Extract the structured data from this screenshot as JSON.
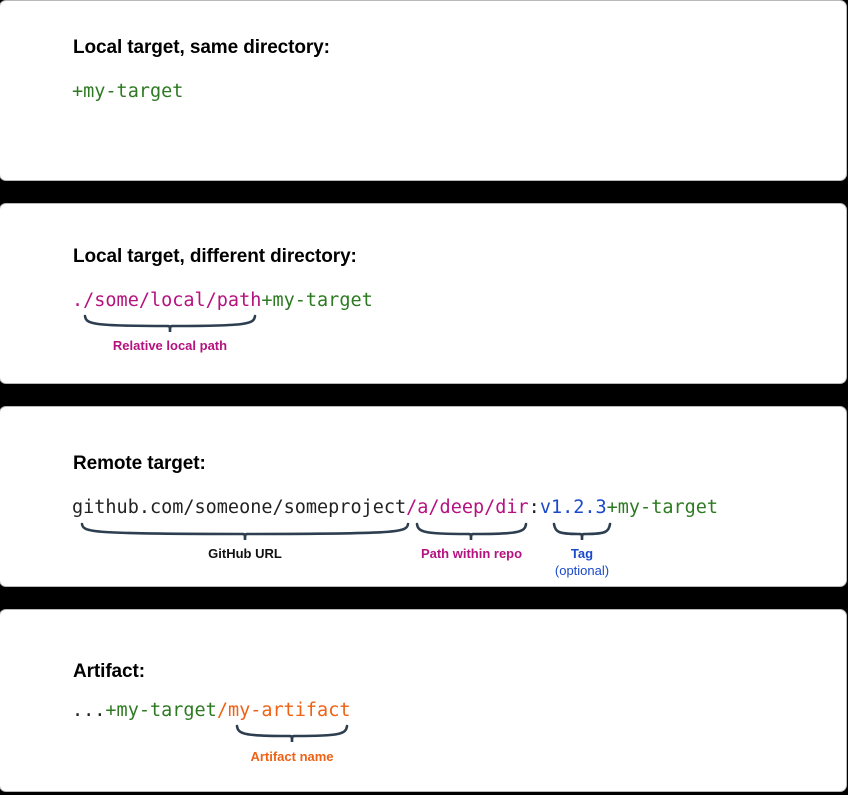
{
  "theme": {
    "background": "#000000",
    "card_background": "#ffffff",
    "card_border": "#b9b9b9",
    "brace_color": "#2d3e50",
    "green": "#2d7a22",
    "magenta": "#b5127f",
    "blue": "#1a49c9",
    "orange": "#ef6115",
    "dark": "#111111"
  },
  "panels": [
    {
      "id": "local-same-dir",
      "heading": "Local target, same directory:",
      "code_tokens": [
        {
          "text": "+my-target",
          "color_name": "green"
        }
      ],
      "annotations": []
    },
    {
      "id": "local-different-dir",
      "heading": "Local target, different directory:",
      "code_tokens": [
        {
          "text": "./some/local/path",
          "color_name": "magenta"
        },
        {
          "text": "+my-target",
          "color_name": "green"
        }
      ],
      "annotations": [
        {
          "label": "Relative local path",
          "sub_label": "",
          "color_name": "magenta"
        }
      ]
    },
    {
      "id": "remote-target",
      "heading": "Remote target:",
      "code_tokens": [
        {
          "text": "github.com/someone/someproject",
          "color_name": "dark"
        },
        {
          "text": "/a/deep/dir",
          "color_name": "magenta"
        },
        {
          "text": ":",
          "color_name": "dark"
        },
        {
          "text": "v1.2.3",
          "color_name": "blue"
        },
        {
          "text": "+my-target",
          "color_name": "green"
        }
      ],
      "annotations": [
        {
          "label": "GitHub URL",
          "sub_label": "",
          "color_name": "dark"
        },
        {
          "label": "Path within repo",
          "sub_label": "",
          "color_name": "magenta"
        },
        {
          "label": "Tag",
          "sub_label": "(optional)",
          "color_name": "blue"
        }
      ]
    },
    {
      "id": "artifact",
      "heading": "Artifact:",
      "code_tokens": [
        {
          "text": "...",
          "color_name": "dark"
        },
        {
          "text": "+my-target",
          "color_name": "green"
        },
        {
          "text": "/my-artifact",
          "color_name": "orange"
        }
      ],
      "annotations": [
        {
          "label": "Artifact name",
          "sub_label": "",
          "color_name": "orange"
        }
      ]
    }
  ]
}
